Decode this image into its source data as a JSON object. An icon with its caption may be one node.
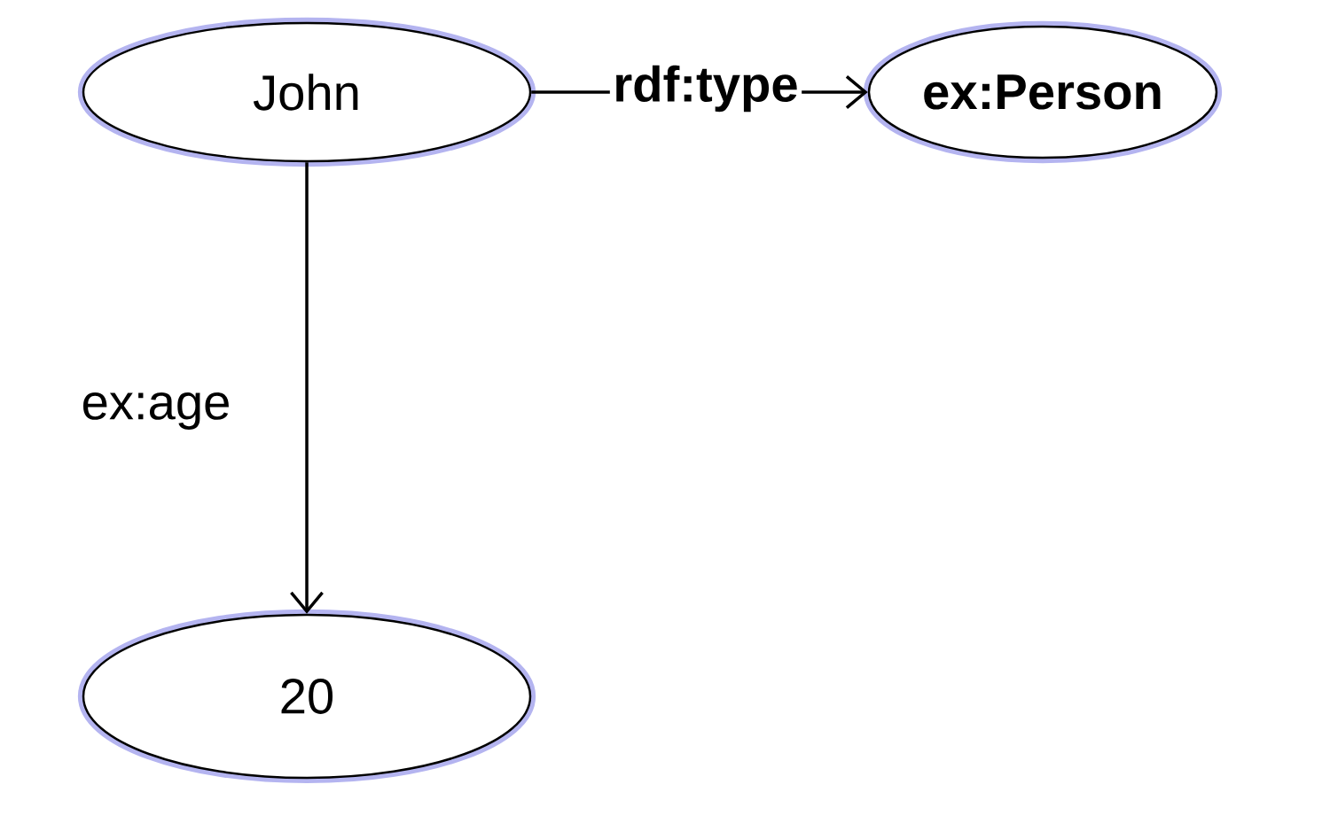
{
  "diagram": {
    "nodes": [
      {
        "text": [
          "John"
        ]
      },
      {
        "text": [
          "ex:Person"
        ]
      },
      {
        "text": [
          "20"
        ]
      }
    ],
    "edges": [
      {
        "from": 0,
        "to": 1,
        "arrow": "to",
        "label": "rdf:type"
      },
      {
        "from": 0,
        "to": 2,
        "arrow": "to",
        "label": "ex:age"
      }
    ]
  }
}
